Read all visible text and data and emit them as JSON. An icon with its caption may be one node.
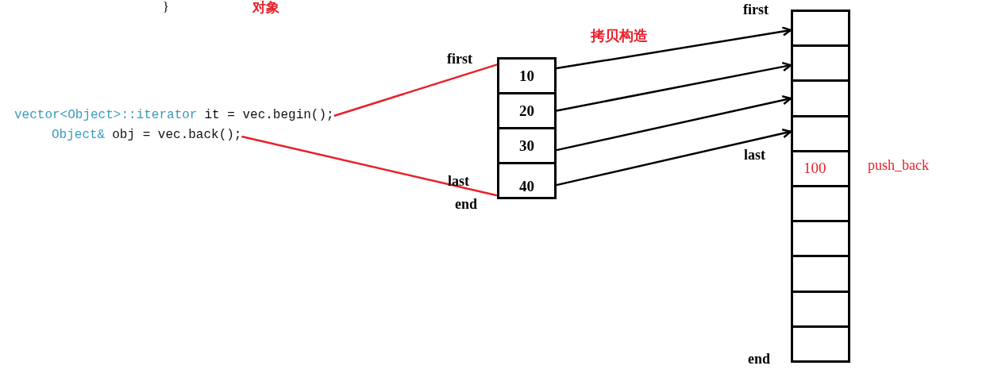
{
  "diagram": {
    "nodes": [
      {
        "text": [
          "vector<Object>::iterator",
          "it = vec.begin();"
        ]
      },
      {
        "text": [
          "Object&",
          "obj = vec.back();"
        ]
      },
      {
        "text": [
          "10"
        ]
      },
      {
        "text": [
          "20"
        ]
      },
      {
        "text": [
          "30"
        ]
      },
      {
        "text": [
          "40"
        ]
      },
      {
        "text": [],
        "shape": "box"
      },
      {
        "text": [],
        "shape": "box"
      },
      {
        "text": [],
        "shape": "box"
      },
      {
        "text": [],
        "shape": "box"
      },
      {
        "text": [
          "100"
        ]
      },
      {
        "text": [],
        "shape": "box"
      },
      {
        "text": [],
        "shape": "box"
      },
      {
        "text": [],
        "shape": "box"
      },
      {
        "text": [],
        "shape": "box"
      },
      {
        "text": [],
        "shape": "box"
      }
    ],
    "edges": [
      {
        "from": 0,
        "to": 2,
        "arrow": "none",
        "color": "#e8202a"
      },
      {
        "from": 1,
        "to": 5,
        "arrow": "none",
        "color": "#e8202a"
      },
      {
        "from": 2,
        "to": 6,
        "arrow": "to"
      },
      {
        "from": 3,
        "to": 7,
        "arrow": "to"
      },
      {
        "from": 4,
        "to": 8,
        "arrow": "to"
      },
      {
        "from": 5,
        "to": 9,
        "arrow": "to"
      }
    ],
    "labels": [
      "}",
      "对象",
      "first",
      "拷贝构造",
      "first",
      "last",
      "push_back",
      "last",
      "end",
      "end"
    ]
  }
}
